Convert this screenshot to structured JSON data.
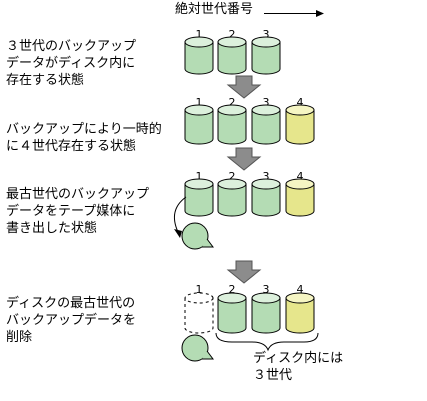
{
  "header": {
    "title": "絶対世代番号"
  },
  "steps": [
    {
      "description": "３世代のバックアップ\nデータがディスク内に\n存在する状態",
      "cylinders": [
        "1",
        "2",
        "3"
      ]
    },
    {
      "description": "バックアップにより一時的\nに４世代存在する状態",
      "cylinders": [
        "1",
        "2",
        "3",
        "4"
      ]
    },
    {
      "description": "最古世代のバックアップ\nデータをテープ媒体に\n書き出した状態",
      "cylinders": [
        "1",
        "2",
        "3",
        "4"
      ]
    },
    {
      "description": "ディスクの最古世代の\nバックアップデータを\n削除",
      "cylinders": [
        "1",
        "2",
        "3",
        "4"
      ]
    }
  ],
  "annotation": {
    "disk_note": "ディスク内には\n３世代"
  },
  "colors": {
    "green_fill": "#b4dcb4",
    "green_top": "#dcf0dc",
    "yellow_fill": "#e6e68c",
    "yellow_top": "#f5f5c3",
    "arrow_fill": "#8c8c8c",
    "outline": "#000000"
  },
  "icons": {
    "cylinder": "disk-cylinder-icon",
    "tape": "tape-media-icon",
    "arrow": "down-arrow-icon"
  }
}
